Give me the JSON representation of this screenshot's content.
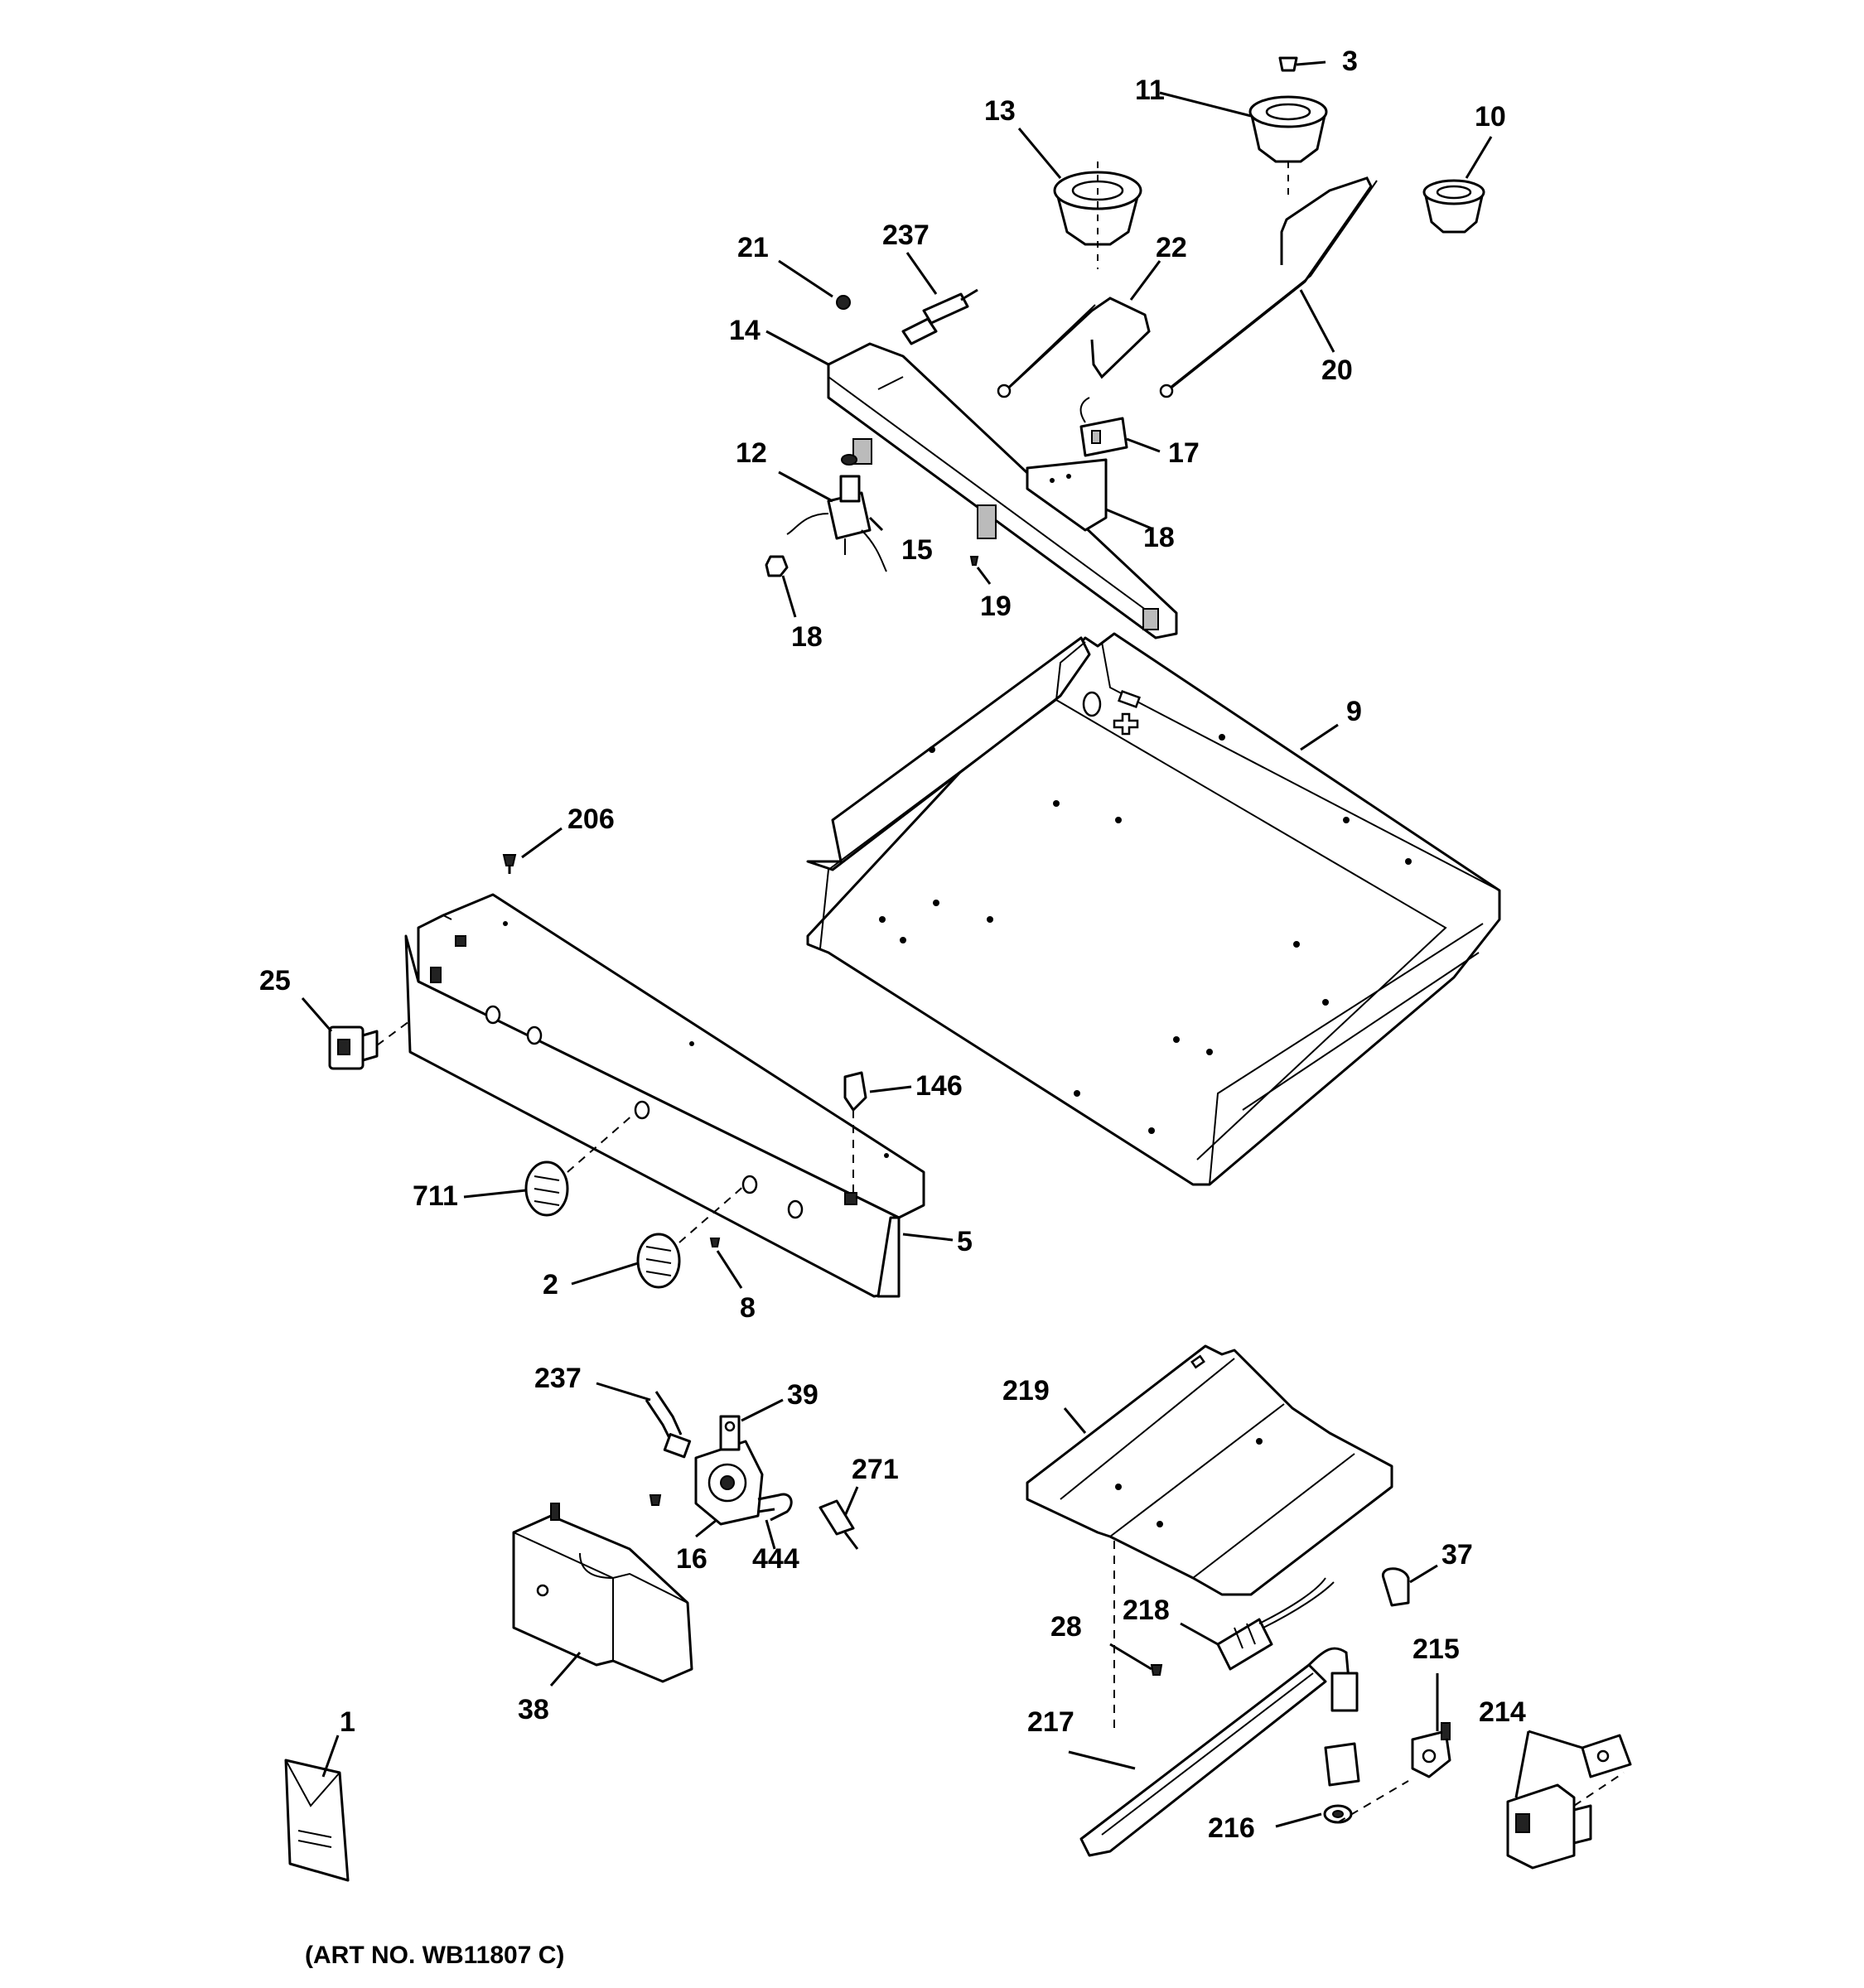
{
  "labels": {
    "p1": "1",
    "p2": "2",
    "p3": "3",
    "p5": "5",
    "p8": "8",
    "p9": "9",
    "p10": "10",
    "p11": "11",
    "p12": "12",
    "p13": "13",
    "p14": "14",
    "p15": "15",
    "p16": "16",
    "p17": "17",
    "p18a": "18",
    "p18b": "18",
    "p19": "19",
    "p20": "20",
    "p21": "21",
    "p22": "22",
    "p25": "25",
    "p28": "28",
    "p37": "37",
    "p38": "38",
    "p39": "39",
    "p146": "146",
    "p206": "206",
    "p214": "214",
    "p215": "215",
    "p216": "216",
    "p217": "217",
    "p218": "218",
    "p219": "219",
    "p237a": "237",
    "p237b": "237",
    "p271": "271",
    "p444": "444",
    "p711": "711"
  },
  "art_number": "(ART NO. WB11807 C)"
}
